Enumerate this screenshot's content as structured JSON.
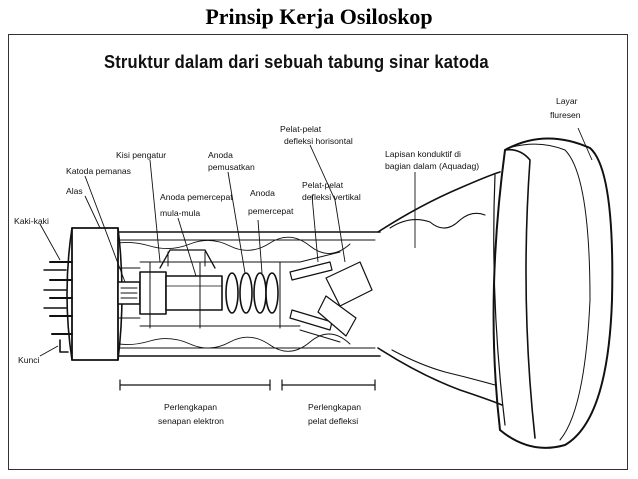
{
  "slide": {
    "title": "Prinsip Kerja Osiloskop"
  },
  "diagram": {
    "title": "Struktur dalam dari sebuah tabung sinar katoda",
    "labels": {
      "layar_fluresen": [
        "Layar",
        "fluresen"
      ],
      "pelat_horisontal": [
        "Pelat-pelat",
        "defleksi horisontal"
      ],
      "lapisan": [
        "Lapisan konduktif di",
        "bagian dalam (Aquadag)"
      ],
      "kisi": [
        "Kisi pengatur"
      ],
      "anoda_pemusatkan": [
        "Anoda",
        "pemusatkan"
      ],
      "katoda": [
        "Katoda pemanas"
      ],
      "alas": [
        "Alas"
      ],
      "anoda_pemercepat_awal": [
        "Anoda pemercepat",
        "mula-mula"
      ],
      "anoda_pemercepat": [
        "Anoda",
        "pemercepat"
      ],
      "pelat_vertikal": [
        "Pelat-pelat",
        "defleksi vertikal"
      ],
      "kaki": [
        "Kaki-kaki"
      ],
      "kunci": [
        "Kunci"
      ],
      "senapan": [
        "Perlengkapan",
        "senapan elektron"
      ],
      "pelat_defleksi": [
        "Perlengkapan",
        "pelat defleksi"
      ]
    }
  }
}
